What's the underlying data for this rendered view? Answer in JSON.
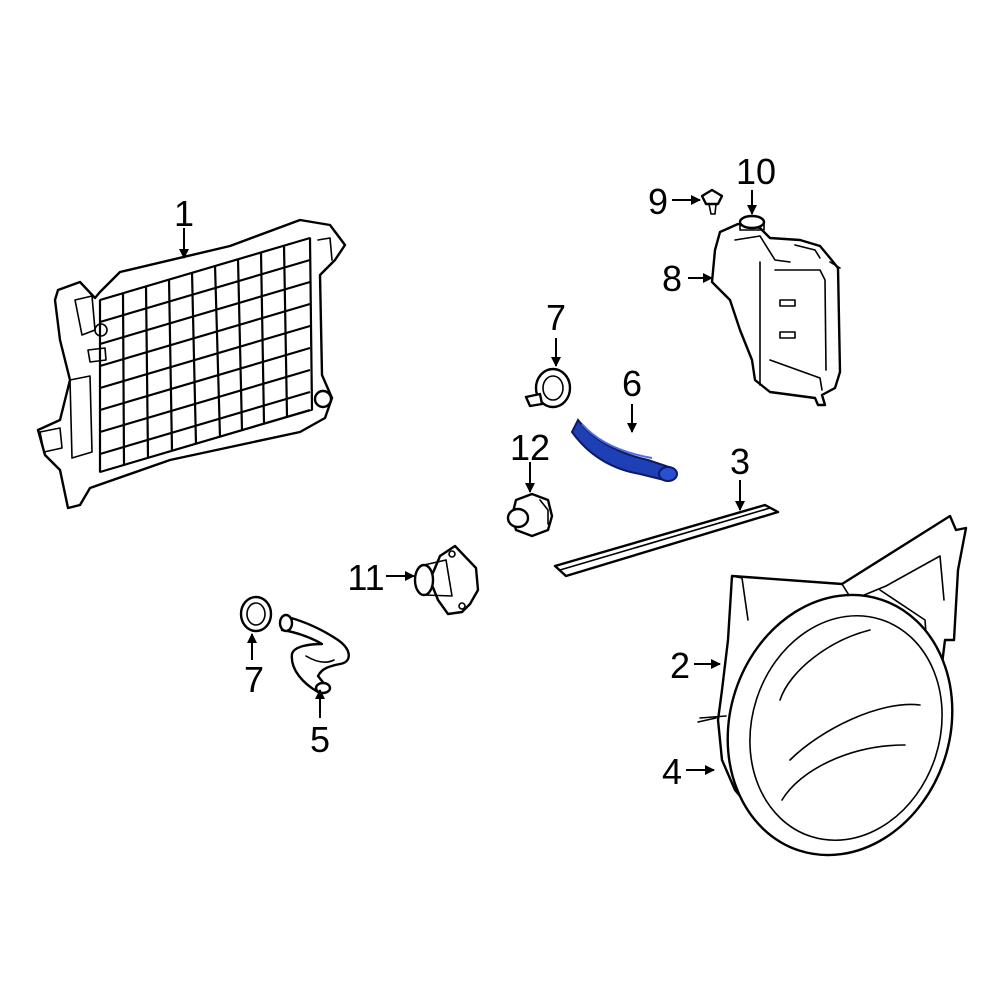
{
  "callouts": {
    "c1": "1",
    "c2": "2",
    "c3": "3",
    "c4": "4",
    "c5": "5",
    "c6": "6",
    "c7a": "7",
    "c7b": "7",
    "c8": "8",
    "c9": "9",
    "c10": "10",
    "c11": "11",
    "c12": "12"
  },
  "colors": {
    "highlight": "#1f3fb5",
    "line": "#000000",
    "background": "#ffffff"
  }
}
